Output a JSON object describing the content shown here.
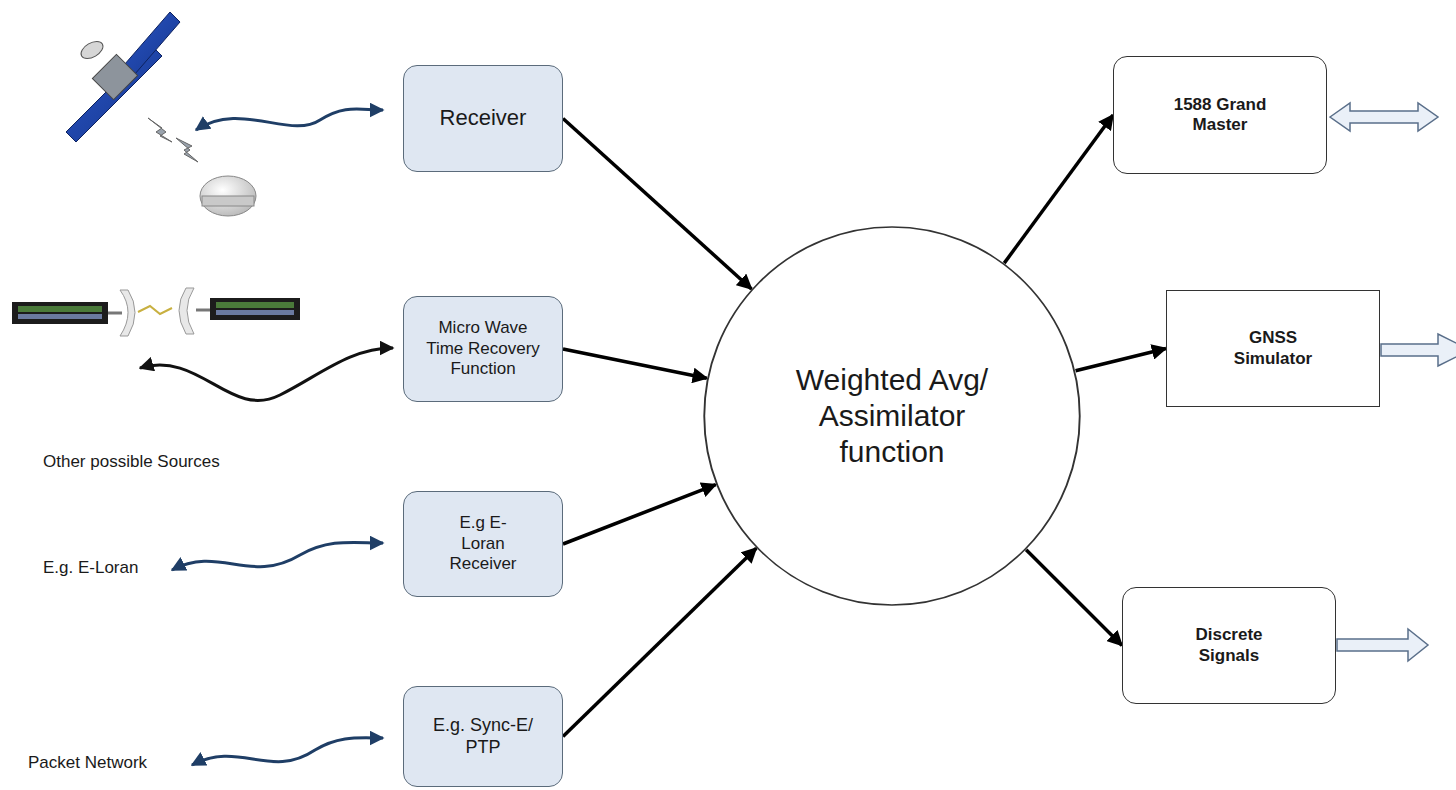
{
  "diagram": {
    "nodes": [
      {
        "text": [
          "Receiver"
        ]
      },
      {
        "text": [
          "Micro Wave Time Recovery Function"
        ]
      },
      {
        "text": [
          "E.g E-Loran Receiver"
        ]
      },
      {
        "text": [
          "E.g. Sync-E/ PTP"
        ]
      },
      {
        "text": [
          "Weighted Avg/ Assimilator function"
        ]
      },
      {
        "text": [
          "1588 Grand Master"
        ]
      },
      {
        "text": [
          "GNSS Simulator"
        ]
      },
      {
        "text": [
          "Discrete Signals"
        ]
      }
    ],
    "edges": [
      {
        "from": 0,
        "to": 4,
        "arrow": "to"
      },
      {
        "from": 1,
        "to": 4,
        "arrow": "to"
      },
      {
        "from": 2,
        "to": 4,
        "arrow": "to"
      },
      {
        "from": 3,
        "to": 4,
        "arrow": "to"
      },
      {
        "from": 4,
        "to": 5,
        "arrow": "to"
      },
      {
        "from": 4,
        "to": 6,
        "arrow": "to"
      },
      {
        "from": 4,
        "to": 7,
        "arrow": "to"
      }
    ],
    "labels": [
      "Other possible Sources",
      "E.g. E-Loran",
      "Packet Network"
    ]
  }
}
